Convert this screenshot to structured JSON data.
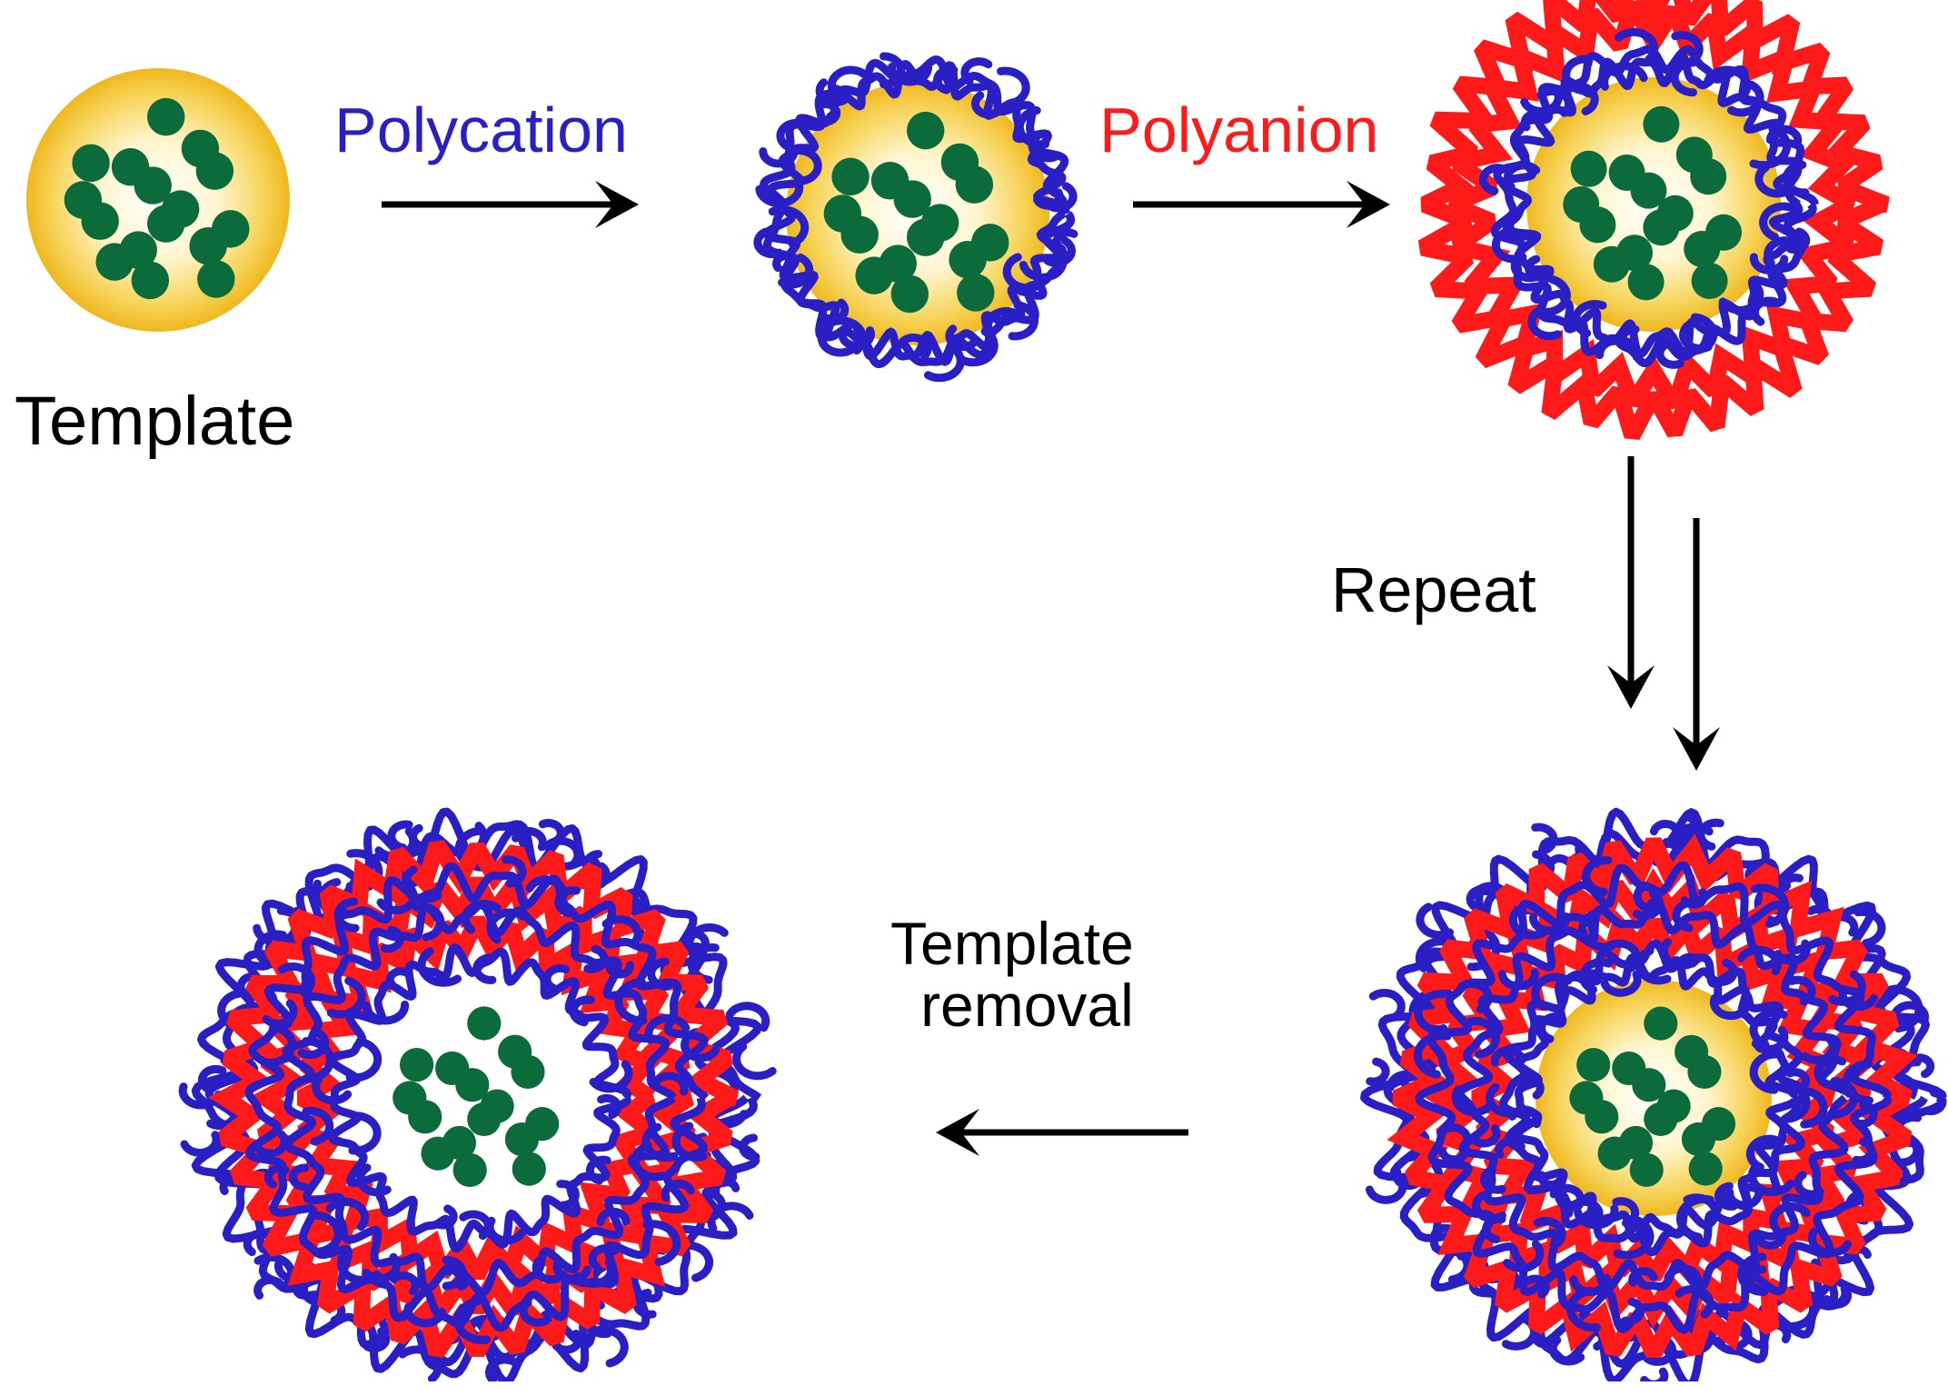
{
  "labels": {
    "template": "Template",
    "polycation": "Polycation",
    "polyanion": "Polyanion",
    "repeat": "Repeat",
    "template_removal_line1": "Template",
    "template_removal_line2": "removal"
  },
  "colors": {
    "polycation": "#2a1fc4",
    "polyanion": "#ff1a1a",
    "core": "#f2c12e",
    "core_center": "#ffffff",
    "cargo": "#0b6b3a",
    "arrow": "#000000"
  }
}
